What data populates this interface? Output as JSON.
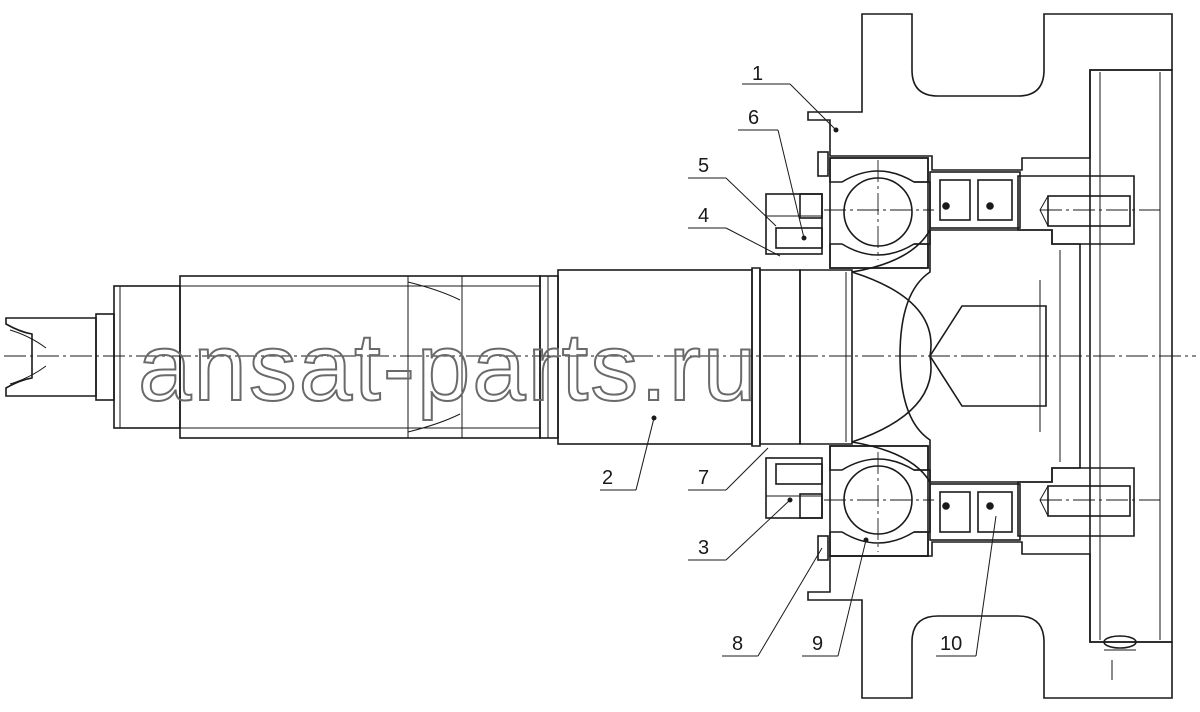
{
  "watermark": "ansat-parts.ru",
  "callouts": [
    "1",
    "2",
    "3",
    "4",
    "5",
    "6",
    "7",
    "8",
    "9",
    "10"
  ],
  "colors": {
    "ink": "#1a1a1a",
    "watermark": "#6a6a6a",
    "background": "#ffffff"
  }
}
